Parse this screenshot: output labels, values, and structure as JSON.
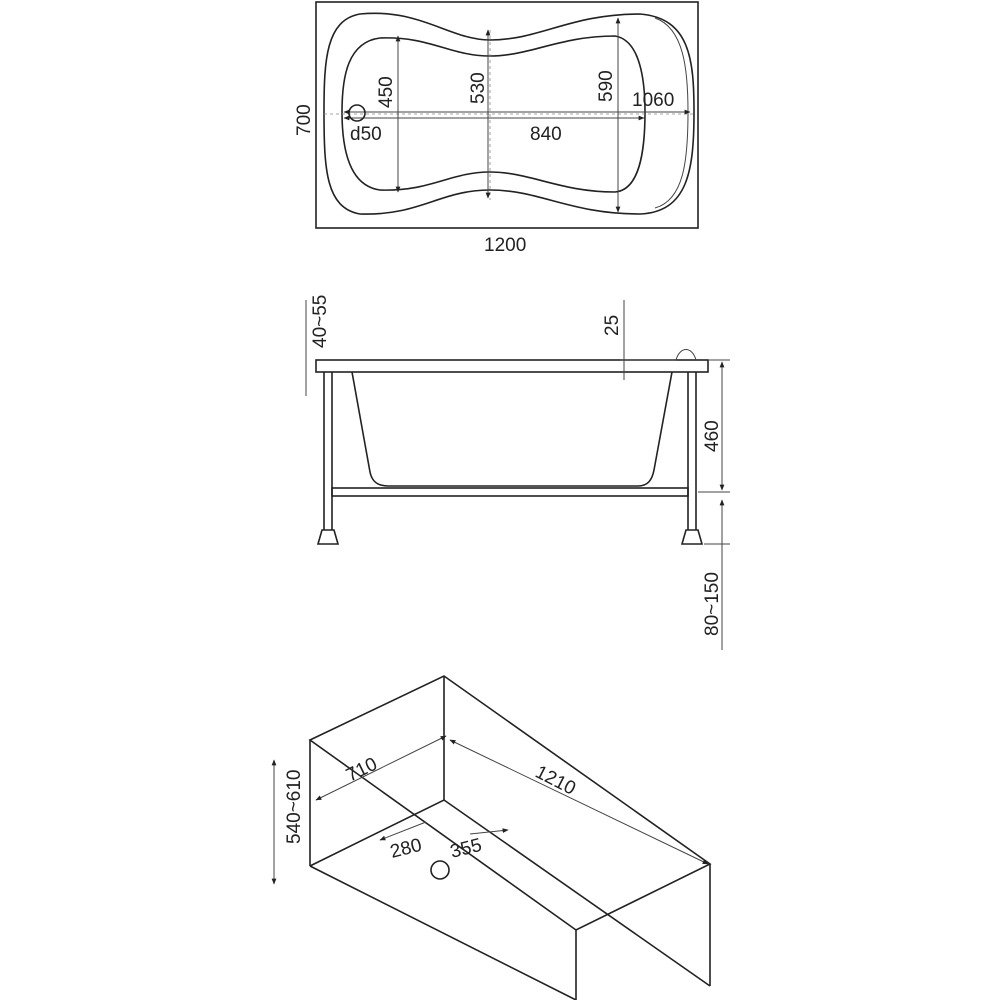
{
  "top_view": {
    "width": "1200",
    "height": "700",
    "dim_450": "450",
    "dim_530": "530",
    "dim_590": "590",
    "dim_1060": "1060",
    "dim_840": "840",
    "drain": "d50"
  },
  "side_view": {
    "rim": "40~55",
    "offset": "25",
    "depth": "460",
    "legs": "80~150"
  },
  "box_view": {
    "height": "540~610",
    "width": "710",
    "length": "1210",
    "drain_x": "280",
    "drain_y": "355"
  }
}
